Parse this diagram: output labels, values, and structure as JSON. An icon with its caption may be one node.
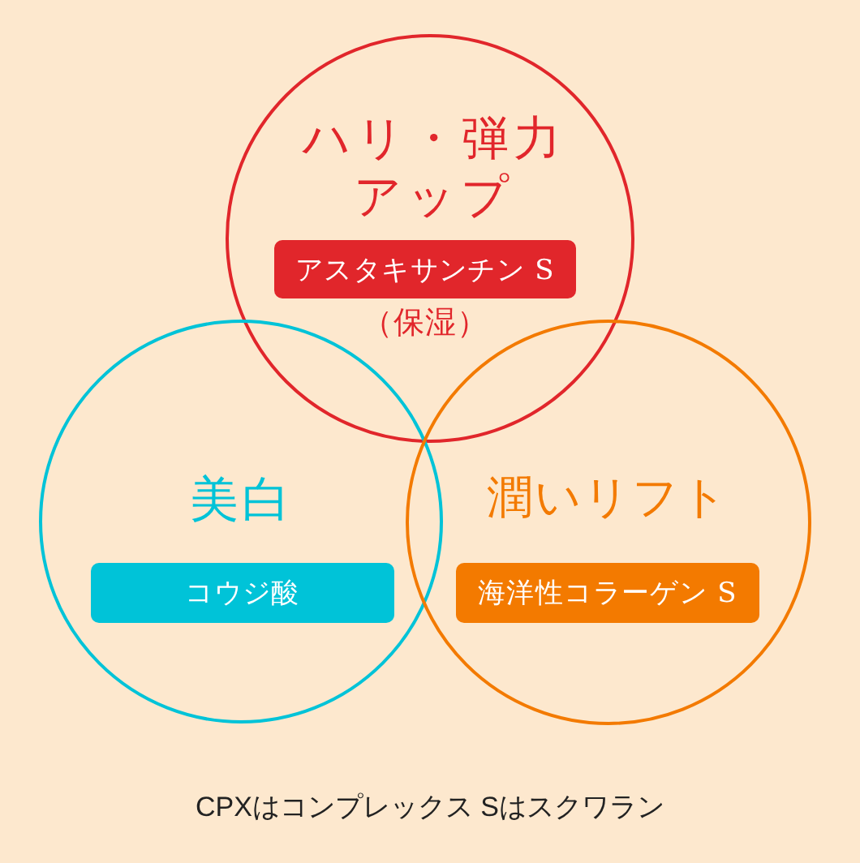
{
  "diagram": {
    "caption": "CPXはコンプレックス Sはスクワラン",
    "nodes": [
      {
        "text": [
          "ハリ・弾力アップ",
          "（保湿）"
        ]
      },
      {
        "text": [
          "アスタキサンチン S"
        ],
        "in": 0
      },
      {
        "text": [
          "美白"
        ]
      },
      {
        "text": [
          "コウジ酸"
        ],
        "in": 2
      },
      {
        "text": [
          "潤いリフト"
        ]
      },
      {
        "text": [
          "海洋性コラーゲン S"
        ],
        "in": 4
      }
    ]
  }
}
